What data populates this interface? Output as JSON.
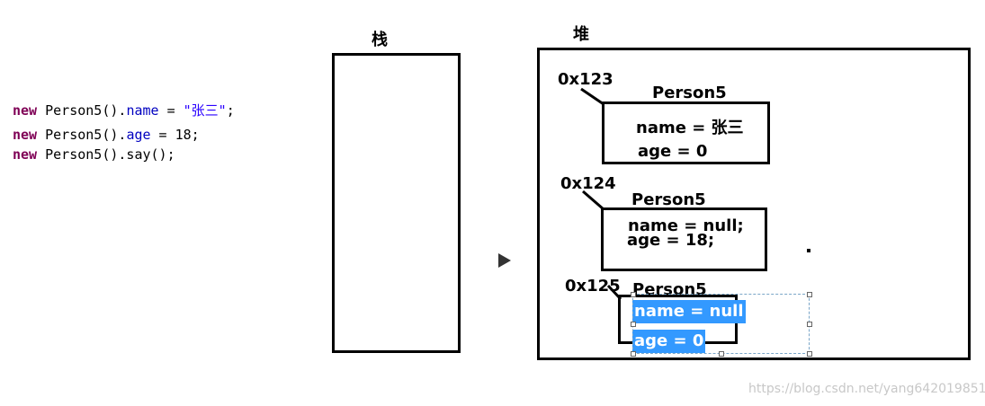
{
  "code": {
    "lines": [
      {
        "kw": "new",
        "cls": " Person5().",
        "field": "name",
        "op": " = ",
        "str": "\"张三\"",
        "end": ";"
      },
      {
        "kw": "new",
        "cls": " Person5().",
        "field": "age",
        "op": " = ",
        "rest": "18;"
      },
      {
        "kw": "new",
        "cls": " Person5().say();"
      }
    ]
  },
  "stack": {
    "title": "栈"
  },
  "heap": {
    "title": "堆",
    "objects": [
      {
        "address": "0x123",
        "class_name": "Person5",
        "name_line": "name = 张三",
        "age_line": "age = 0"
      },
      {
        "address": "0x124",
        "class_name": "Person5",
        "name_line": "name = null;",
        "age_line": "age = 18;"
      },
      {
        "address": "0x125",
        "class_name": "Person5",
        "name_line": "name = null",
        "age_line": "age = 0"
      }
    ]
  },
  "watermark": "https://blog.csdn.net/yang642019851"
}
